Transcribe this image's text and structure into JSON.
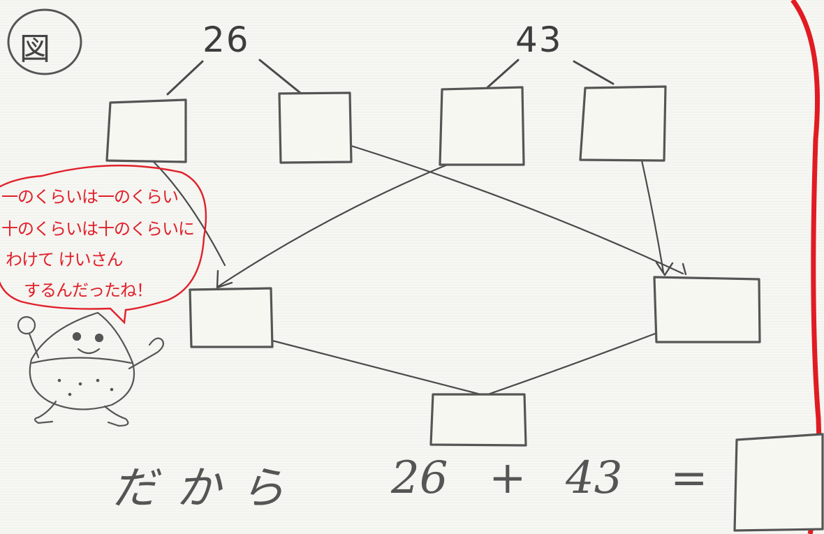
{
  "figure_label": "図",
  "numbers": {
    "left": "26",
    "right": "43"
  },
  "speech_bubble": {
    "lines": [
      "一のくらいは一のくらい",
      "十のくらいは十のくらいに",
      "わけて けいさん",
      "するんだったね！"
    ]
  },
  "equation": {
    "word": "だから",
    "left": "26",
    "operator": "+",
    "right": "43",
    "equals": "="
  },
  "colors": {
    "pencil": "#4a4a4a",
    "red_pen": "#e0202a",
    "paper": "#f6f6f2"
  },
  "icons": [
    "chestnut-mascot-icon"
  ]
}
